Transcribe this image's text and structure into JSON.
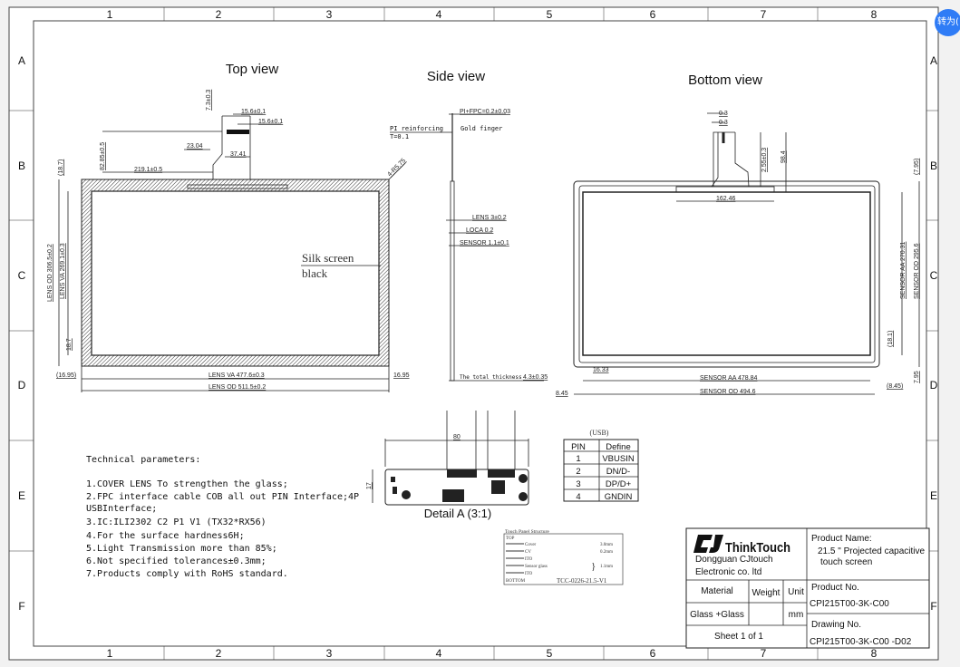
{
  "sheet": {
    "columns": [
      "1",
      "2",
      "3",
      "4",
      "5",
      "6",
      "7",
      "8"
    ],
    "rows": [
      "A",
      "B",
      "C",
      "D",
      "E",
      "F"
    ]
  },
  "top_view": {
    "title": "Top view",
    "silk_screen": [
      "Silk screen",
      "black"
    ],
    "dims": [
      "7.3±0.3",
      "15.6±0.1",
      "15.6±0.1",
      "23.04",
      "37.41",
      "82.85±0.5",
      "219.1±0.5",
      "(18.7)",
      "4-R5.75",
      "LENS OD 306.5±0.2",
      "LENS VA 269.1±0.3",
      "18.7",
      "(16.95)",
      "LENS VA 477.6±0.3",
      "16.95",
      "LENS OD 511.5±0.2"
    ]
  },
  "side_view": {
    "title": "Side view",
    "pi_reinforcing": [
      "PI reinforcing",
      "T=0.1"
    ],
    "gold_finger": "Gold finger",
    "pi_fpc": "PI+FPC=0.2±0.03",
    "lens": "LENS 3±0.2",
    "loca": "LOCA 0.2",
    "sensor": "SENSOR 1.1±0.1",
    "total_label": "The total thickness",
    "total_value": "4.3±0.35"
  },
  "bottom_view": {
    "title": "Bottom view",
    "dims": [
      "0.3",
      "0.3",
      "2.55±0.3",
      "98.4",
      "162.46",
      "(7.95)",
      "SENSOR AA 270.31",
      "SENSOR OD 295.6",
      "(18.1)",
      "16.33",
      "SENSOR AA 478.84",
      "7.95",
      "(8.45)",
      "8.45",
      "SENSOR OD 494.6"
    ]
  },
  "detail": {
    "title": "Detail A (3:1)",
    "dim_width": "80",
    "dim_height": "17"
  },
  "usb_table": {
    "caption": "(USB)",
    "headers": [
      "PIN",
      "Define"
    ],
    "rows": [
      [
        "1",
        "VBUSIN"
      ],
      [
        "2",
        "DN/D-"
      ],
      [
        "3",
        "DP/D+"
      ],
      [
        "4",
        "GNDIN"
      ]
    ]
  },
  "tech_params": {
    "heading": "Technical parameters:",
    "items": [
      "1.COVER LENS To strengthen the glass;",
      "2.FPC interface cable COB all out PIN Interface;4P",
      "USBInterface;",
      "3.IC:ILI2302 C2 P1 V1   (TX32*RX56)",
      "4.For the surface hardness6H;",
      "5.Light Transmission more than 85%;",
      "6.Not specified tolerances±0.3mm;",
      "7.Products comply with RoHS standard."
    ]
  },
  "structure": {
    "caption": "Touch Panel Structure",
    "top": "TOP",
    "bottom": "BOTTOM",
    "layers": [
      "Cover",
      "CV",
      "ITO",
      "Sensor glass",
      "ITO"
    ],
    "values": [
      "3.0mm",
      "0.2mm",
      "1.1mm"
    ],
    "code": "TCC-0226-21.5-V1"
  },
  "title_block": {
    "logo": "CJ ThinkTouch",
    "company": [
      "Dongguan CJtouch",
      "Electronic co. ltd"
    ],
    "product_name_label": "Product Name:",
    "product_name": [
      "21.5 \" Projected capacitive",
      "touch screen"
    ],
    "material_label": "Material",
    "weight_label": "Weight",
    "unit_label": "Unit",
    "material": "Glass +Glass",
    "weight": "",
    "unit": "mm",
    "sheet": "Sheet 1 of 1",
    "product_no_label": "Product No.",
    "product_no": "CPI215T00-3K-C00",
    "drawing_no_label": "Drawing No.",
    "drawing_no": "CPI215T00-3K-C00  -D02"
  },
  "overlay_badge": "转为(",
  "colors": {
    "badge": "#2f7cf6",
    "line": "#222222"
  }
}
